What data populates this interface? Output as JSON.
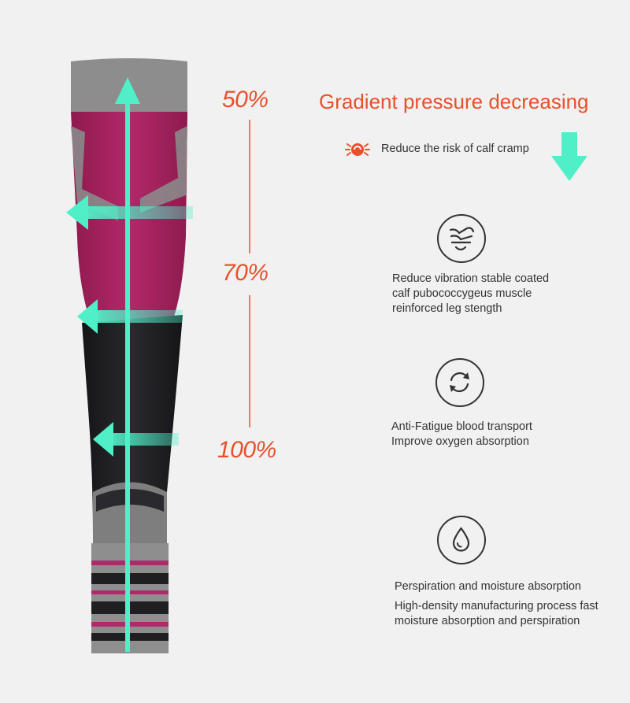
{
  "pressure": {
    "top_label": "50%",
    "mid_label": "70%",
    "bottom_label": "100%"
  },
  "headline": "Gradient pressure decreasing",
  "cramp": {
    "icon": "cramp-alert-icon",
    "text": "Reduce the risk of calf cramp"
  },
  "features": [
    {
      "icon": "leg-support-icon",
      "lines": [
        "Reduce vibration stable coated",
        "calf pubococcygeus muscle",
        "reinforced leg stength"
      ]
    },
    {
      "icon": "circulation-icon",
      "lines": [
        "Anti-Fatigue blood transport",
        "Improve oxygen absorption"
      ]
    },
    {
      "icon": "water-drop-icon",
      "lines": [
        "Perspiration and moisture absorption",
        "High-density manufacturing process fast",
        "moisture absorption and perspiration"
      ]
    }
  ],
  "colors": {
    "accent": "#e8502b",
    "teal": "#3fe4c0",
    "sock_magenta": "#a5225c",
    "sock_black": "#1f1f22",
    "sock_gray": "#8a8a8a"
  }
}
